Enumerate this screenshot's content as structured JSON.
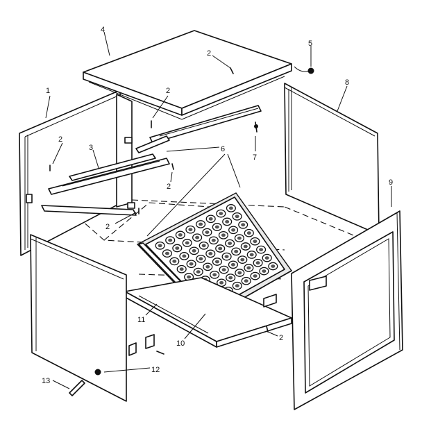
{
  "callouts": [
    {
      "id": "c4",
      "text": "4"
    },
    {
      "id": "c2a",
      "text": "2"
    },
    {
      "id": "c5",
      "text": "5"
    },
    {
      "id": "c1",
      "text": "1"
    },
    {
      "id": "c2b",
      "text": "2"
    },
    {
      "id": "c8",
      "text": "8"
    },
    {
      "id": "c2c",
      "text": "2"
    },
    {
      "id": "c3",
      "text": "3"
    },
    {
      "id": "c6",
      "text": "6"
    },
    {
      "id": "c7",
      "text": "7"
    },
    {
      "id": "c2d",
      "text": "2"
    },
    {
      "id": "c9",
      "text": "9"
    },
    {
      "id": "c2e",
      "text": "2"
    },
    {
      "id": "c11",
      "text": "11"
    },
    {
      "id": "c10",
      "text": "10"
    },
    {
      "id": "c2f",
      "text": "2"
    },
    {
      "id": "c12",
      "text": "12"
    },
    {
      "id": "c13",
      "text": "13"
    }
  ]
}
